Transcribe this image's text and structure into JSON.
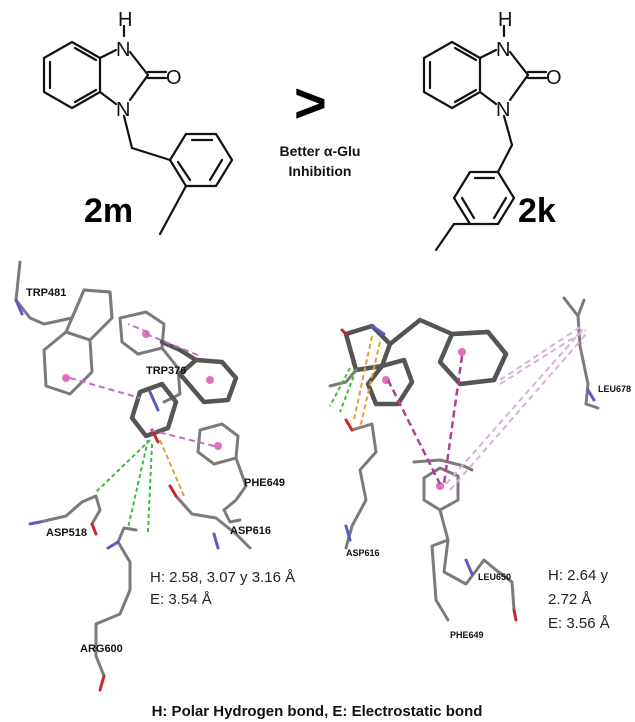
{
  "compounds": {
    "left": {
      "name": "2m",
      "atoms": {
        "h": "H",
        "n_top": "N",
        "n_bottom": "N",
        "o": "O"
      }
    },
    "right": {
      "name": "2k",
      "atoms": {
        "h": "H",
        "n_top": "N",
        "n_bottom": "N",
        "o": "O"
      }
    }
  },
  "comparison": {
    "symbol": ">",
    "label_line1": "Better α-Glu",
    "label_line2": "Inhibition"
  },
  "docking_left": {
    "residues": [
      "TRP481",
      "TRP376",
      "PHE649",
      "ASP518",
      "ASP616",
      "ARG600"
    ],
    "measure_line1": "H: 2.58, 3.07 y 3.16 Å",
    "measure_line2": "E: 3.54 Å"
  },
  "docking_right": {
    "residues": [
      "LEU678",
      "ASP616",
      "LEU650",
      "PHE649"
    ],
    "measure_line1": "H: 2.64 y",
    "measure_line2": "2.72 Å",
    "measure_line3": "E: 3.56 Å"
  },
  "legend": "H: Polar Hydrogen bond, E: Electrostatic bond",
  "colors": {
    "hydrogen_bond": "#3dbb3d",
    "electrostatic_bond": "#e0a040",
    "pi_interaction": "#c070c0",
    "nitrogen": "#5a5ac8",
    "oxygen": "#c82828",
    "carbon": "#7b7b7b"
  }
}
